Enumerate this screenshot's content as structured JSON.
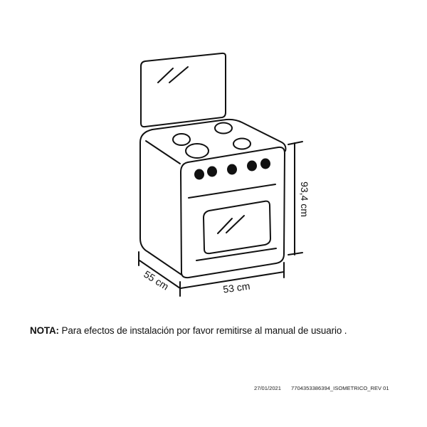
{
  "drawing": {
    "title": "Isometric view of freestanding stove with glass lid",
    "parts": {
      "lid": "glass-lid",
      "cooktop": "cooktop-4-burners",
      "control_panel": "control-knobs",
      "oven_door": "oven-window"
    },
    "burner_count": 4,
    "knob_count": 5,
    "line_color": "#111111",
    "background": "#ffffff"
  },
  "dimensions": {
    "height": "93,4 cm",
    "width": "53 cm",
    "depth": "55 cm"
  },
  "note": {
    "label": "NOTA:",
    "text": " Para efectos de instalación por favor remitirse al manual de usuario ."
  },
  "footer": {
    "date": "27/01/2021",
    "reference": "7704353386394_ISOMETRICO_REV 01"
  }
}
